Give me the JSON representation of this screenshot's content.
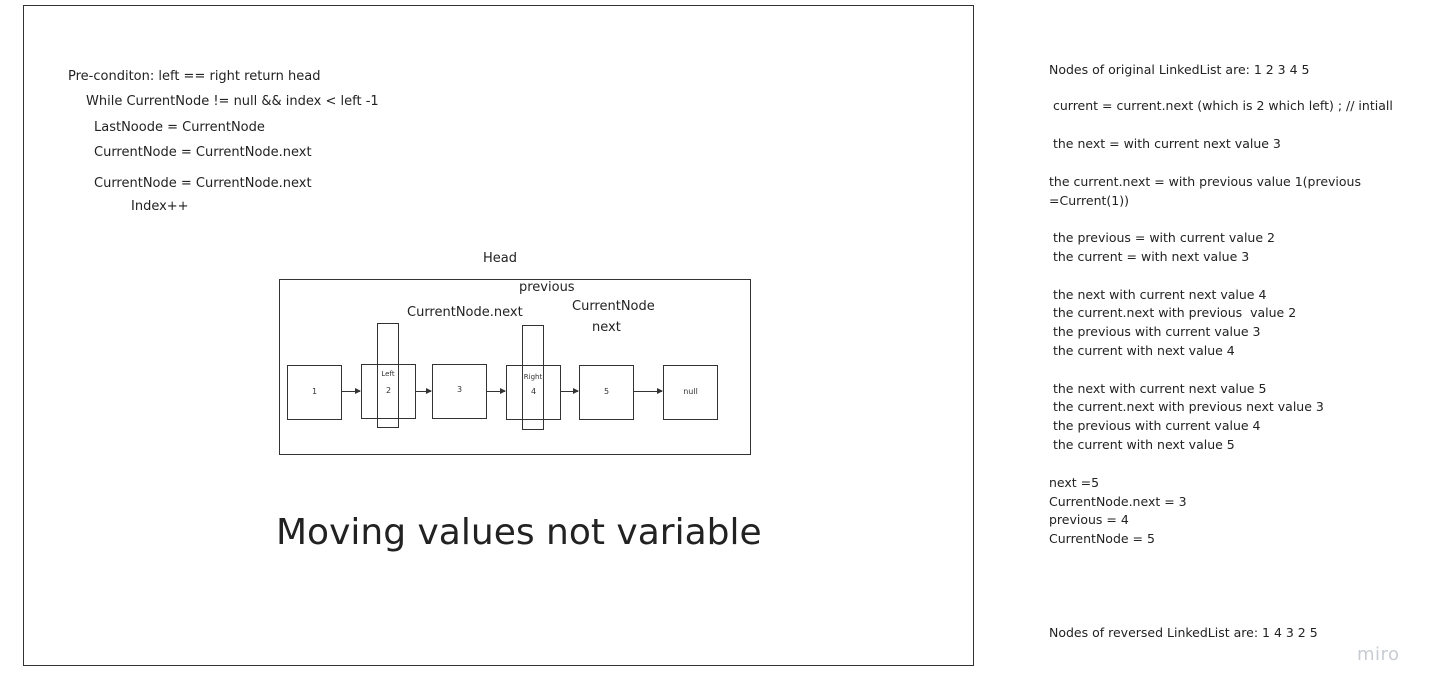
{
  "code": {
    "line1": "Pre-conditon: left == right return head",
    "line2": "While CurrentNode != null && index < left -1",
    "line3": "LastNoode = CurrentNode",
    "line4": "CurrentNode = CurrentNode.next",
    "line5": "CurrentNode = CurrentNode.next",
    "line6": "Index++"
  },
  "diagram": {
    "head_label": "Head",
    "previous_label": "previous",
    "currentnode_next_label": "CurrentNode.next",
    "currentnode_label": "CurrentNode",
    "next_label": "next",
    "left_label": "Left",
    "right_label": "Right",
    "nodes": [
      "1",
      "2",
      "3",
      "4",
      "5",
      "null"
    ]
  },
  "caption": "Moving values not  variable",
  "notes": {
    "original": "Nodes of original LinkedList are: 1 2 3 4 5",
    "n1": " current = current.next (which is 2 which left) ; // intiall",
    "n2": " the next = with current next value 3",
    "n3a": "the current.next = with previous  value 1(previous",
    "n3b": "=Current(1))",
    "n4": " the previous = with current value 2",
    "n5": " the current = with next value 3",
    "n6": " the next with current next value 4",
    "n7": " the current.next with previous  value 2",
    "n8": " the previous with current value 3",
    "n9": " the current with next value 4",
    "n10": " the next with current next value 5",
    "n11": " the current.next with previous next value 3",
    "n12": " the previous with current value 4",
    "n13": " the current with next value 5",
    "s1": "next =5",
    "s2": "CurrentNode.next = 3",
    "s3": "previous = 4",
    "s4": "CurrentNode = 5",
    "reversed": "Nodes of reversed LinkedList are: 1 4 3 2 5"
  },
  "watermark": "miro"
}
